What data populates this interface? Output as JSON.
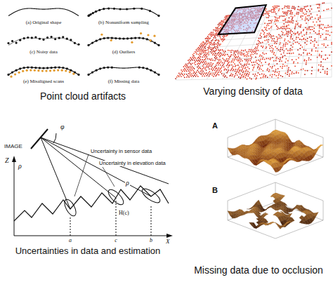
{
  "diagram": {
    "labels": [
      "(a) Original shape",
      "(b) Nonuniform sampling",
      "(c) Noisy data",
      "(d) Outliers",
      "(e) Misaligned scans",
      "(f) Missing data",
      "Point cloud artifacts",
      "Varying density of data",
      "IMAGE",
      "φ",
      "Z",
      "ρ",
      "Uncertainty in sensor data",
      "Uncertainty in elevation data",
      "ρ",
      "H(c)",
      "a",
      "c",
      "b",
      "X",
      "Uncertainties in data and estimation",
      "A",
      "B",
      "Missing data due to occlusion"
    ]
  }
}
